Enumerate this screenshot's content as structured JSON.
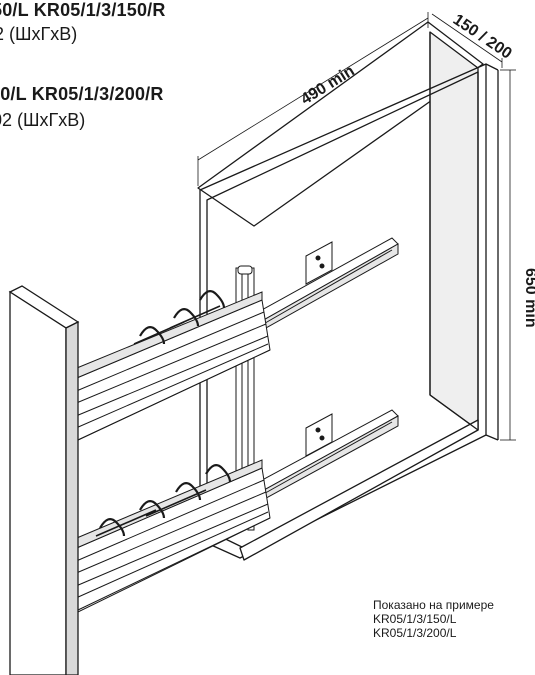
{
  "header": {
    "line1_codes": "50/L  KR05/1/3/150/R",
    "line1_dims": "2  (ШхГхВ)",
    "line2_codes": "00/L  KR05/1/3/200/R",
    "line2_dims": "02  (ШхГхВ)"
  },
  "dimensions": {
    "width_label": "490 min",
    "depth_label": "150 / 200",
    "height_label": "650 min"
  },
  "note": {
    "title": "Показано на примере",
    "model_1": "KR05/1/3/150/L",
    "model_2": "KR05/1/3/200/L"
  },
  "colors": {
    "line": "#1a1a1a",
    "fill_light": "#ffffff",
    "fill_shade": "#e6e6e6",
    "fill_dark": "#9a9a9a"
  }
}
